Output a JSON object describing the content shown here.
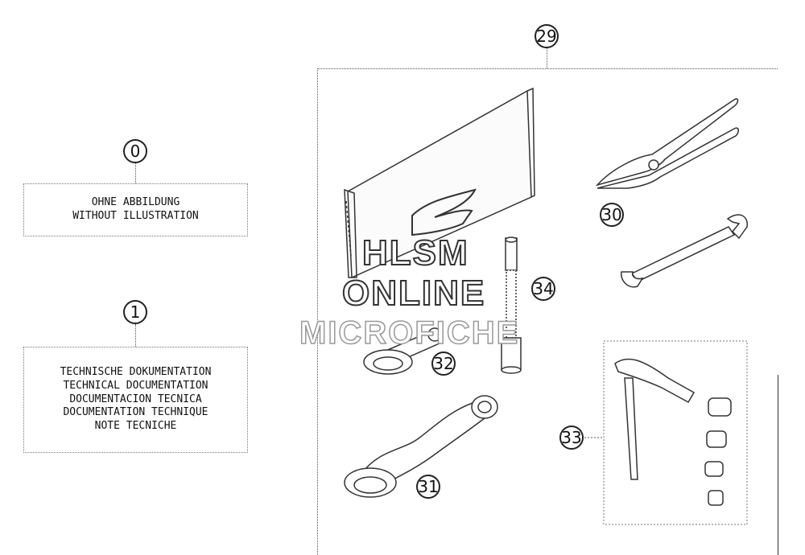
{
  "left_panel": {
    "box0": {
      "callout": "0",
      "lines": [
        "OHNE ABBILDUNG",
        "WITHOUT ILLUSTRATION"
      ]
    },
    "box1": {
      "callout": "1",
      "lines": [
        "TECHNISCHE DOKUMENTATION",
        "TECHNICAL DOCUMENTATION",
        "DOCUMENTACION TECNICA",
        "DOCUMENTATION TECHNIQUE",
        "NOTE TECNICHE"
      ]
    }
  },
  "tool_kit": {
    "group_callout": "29",
    "parts": [
      {
        "callout": "30",
        "icon": "pliers-icon"
      },
      {
        "callout": "31",
        "icon": "ring-spanner-icon"
      },
      {
        "callout": "32",
        "icon": "small-spanner-icon"
      },
      {
        "callout": "33",
        "icon": "t-handle-socket-set-icon"
      },
      {
        "callout": "34",
        "icon": "screwdriver-icon"
      }
    ],
    "wrench_icon": "open-end-wrench-icon",
    "pouch_icon": "tool-pouch-icon"
  },
  "watermark": {
    "lines": [
      "HLSM",
      "ONLINE",
      "MICROFICHE"
    ]
  }
}
